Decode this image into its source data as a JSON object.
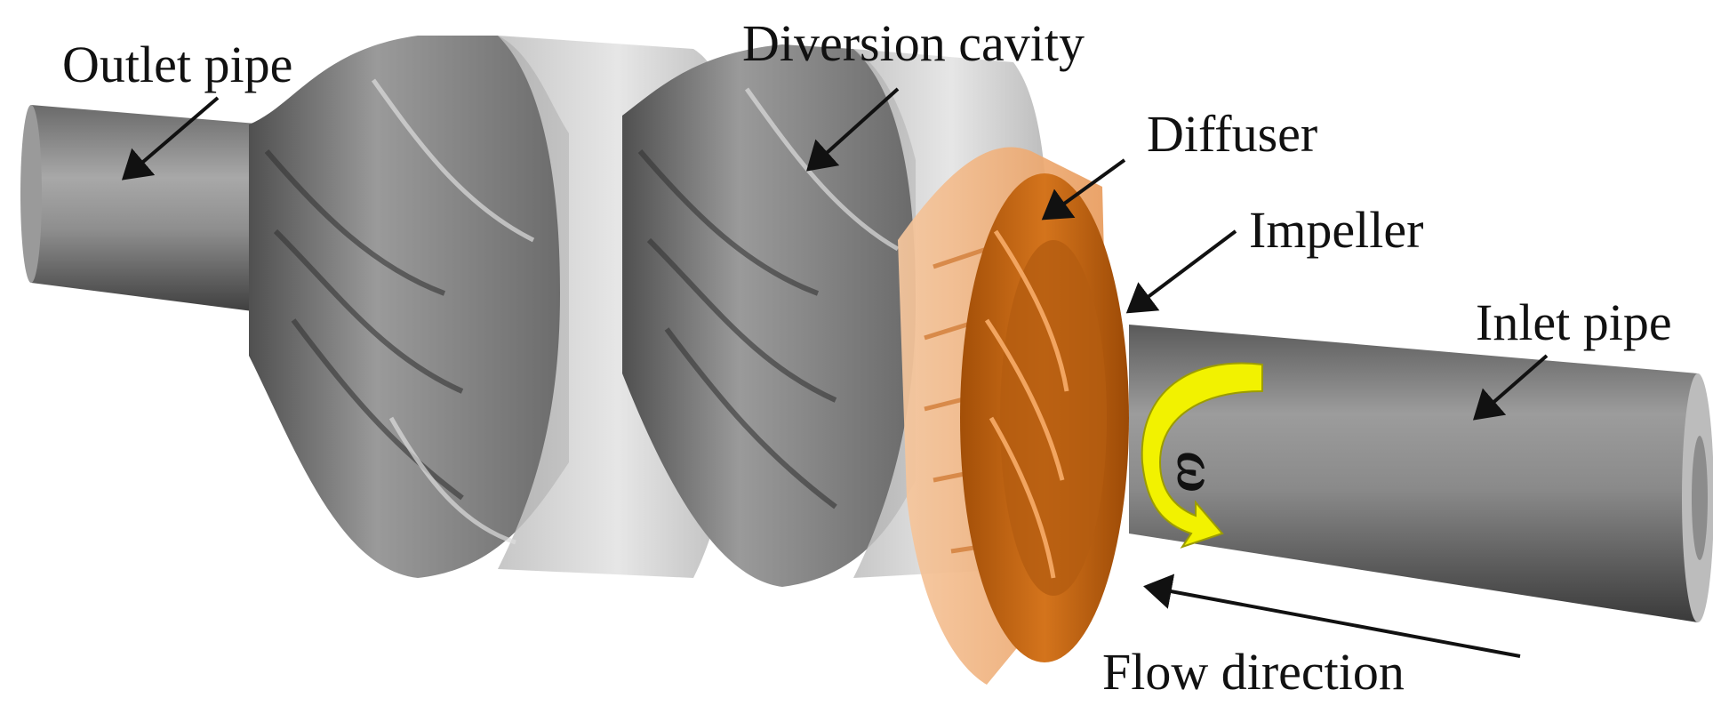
{
  "labels": {
    "outlet_pipe": "Outlet pipe",
    "diversion_cavity": "Diversion cavity",
    "diffuser": "Diffuser",
    "impeller": "Impeller",
    "inlet_pipe": "Inlet pipe",
    "flow_direction": "Flow direction",
    "omega": "ω"
  },
  "colors": {
    "pipe_gray": "#8a8a8a",
    "pipe_dark": "#4e4e4e",
    "pipe_light": "#d2d2d2",
    "diffuser_orange": "#f2b07c",
    "impeller_orange": "#c8660f",
    "rotation_arrow": "#f2f200",
    "arrow_black": "#111111"
  }
}
